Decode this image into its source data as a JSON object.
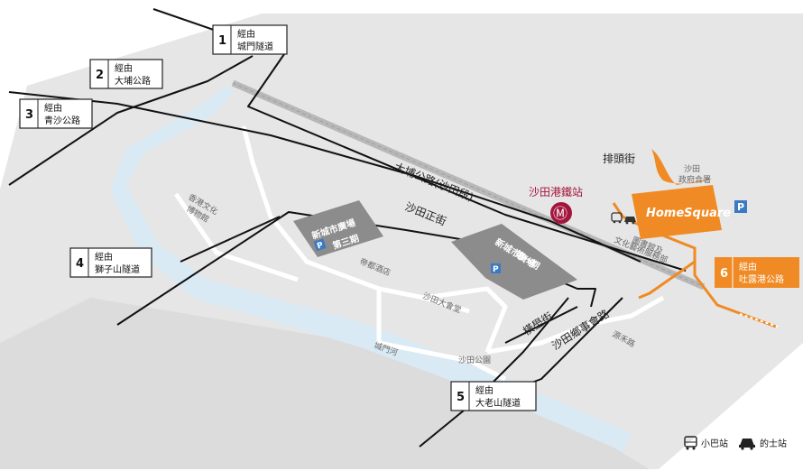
{
  "routes": [
    {
      "num": "1",
      "line1": "經由",
      "line2": "城門隧道"
    },
    {
      "num": "2",
      "line1": "經由",
      "line2": "大埔公路"
    },
    {
      "num": "3",
      "line1": "經由",
      "line2": "青沙公路"
    },
    {
      "num": "4",
      "line1": "經由",
      "line2": "獅子山隧道"
    },
    {
      "num": "5",
      "line1": "經由",
      "line2": "大老山隧道"
    },
    {
      "num": "6",
      "line1": "經由",
      "line2": "吐露港公路"
    }
  ],
  "roads": {
    "tai_po_road": "大埔公路(沙田段)",
    "sha_tin_centre_st": "沙田正街",
    "pai_tau_st": "排頭街",
    "wang_pok_st": "橫壆街",
    "sha_tin_rural": "沙田鄉事會路",
    "yuen_wo_road": "源禾路"
  },
  "places": {
    "station": "沙田港鐵站",
    "govt_offices_1": "沙田",
    "govt_offices_2": "政府合署",
    "heritage_1": "香港文化",
    "heritage_2": "博物館",
    "nct_phase3_1": "新城市廣場",
    "nct_phase3_2": "第三期",
    "nct_phase1_1": "新城市廣場",
    "nct_phase1_2": "第一期",
    "regal_hotel": "帝都酒店",
    "town_hall": "沙田大會堂",
    "park": "沙田公園",
    "river": "城門河",
    "library_1": "圖書館及",
    "library_2": "文化藝術服務部",
    "homesquare": "HomeSquare"
  },
  "parking_symbol": "P",
  "mtr_symbol": "Ⓜ",
  "legend": {
    "minibus": "小巴站",
    "taxi": "的士站"
  },
  "colors": {
    "accent": "#f08a24",
    "mtr": "#a3153d",
    "building": "#8c8c8c",
    "ground": "#e6e6e6",
    "river": "#d9eaf5",
    "parking": "#3a79c4"
  }
}
